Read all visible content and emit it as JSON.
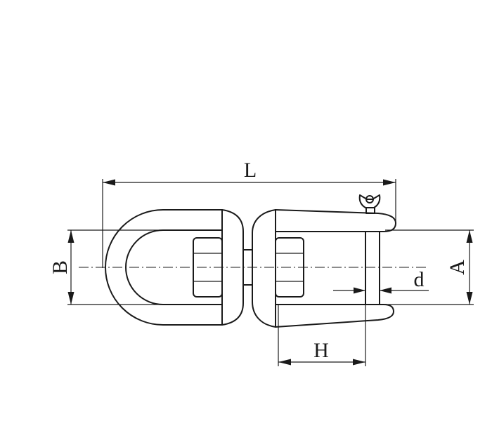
{
  "diagram": {
    "labels": {
      "length": "L",
      "width_b": "B",
      "width_a": "A",
      "diameter": "d",
      "height": "H"
    }
  },
  "colors": {
    "line": "#1a1a1a",
    "background": "#ffffff"
  }
}
